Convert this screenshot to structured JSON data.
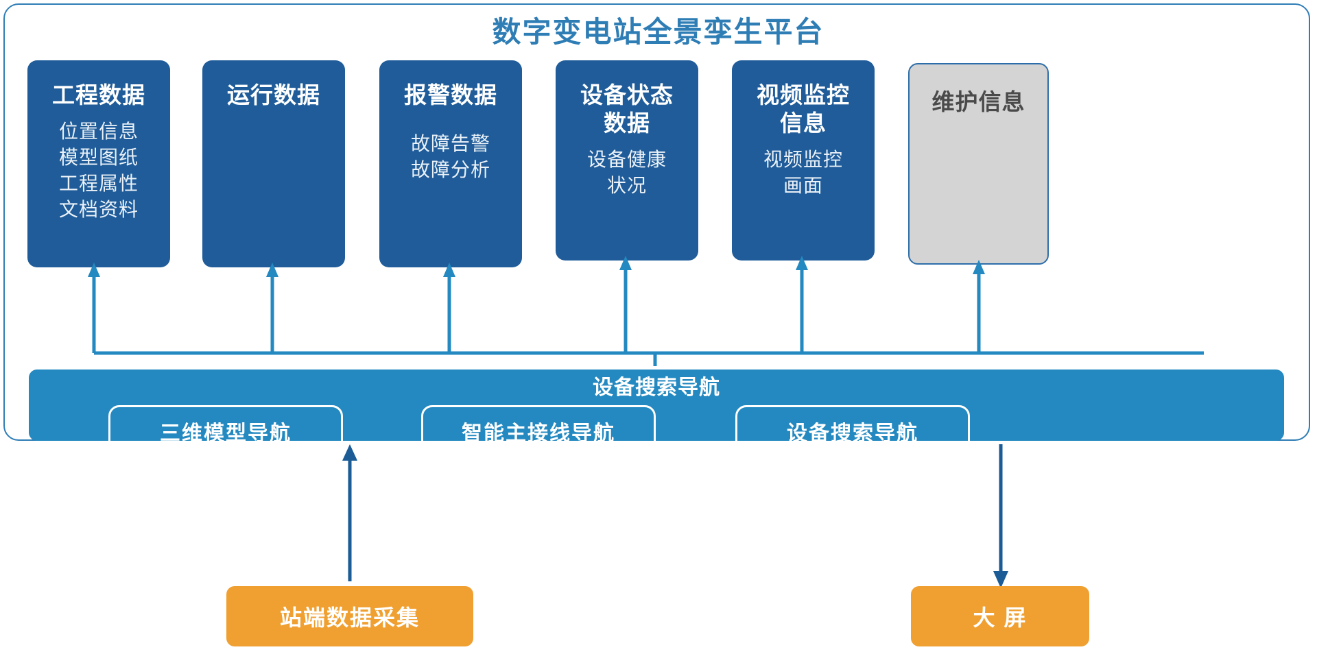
{
  "platform": {
    "title": "数字变电站全景孪生平台",
    "accent_color": "#2E7DB5",
    "card_color": "#1F5C99",
    "nav_color": "#2389C0",
    "orange_color": "#F0A030",
    "gray_color": "#D4D4D4"
  },
  "cards": [
    {
      "id": "engineering-data",
      "title": "工程数据",
      "lines": [
        "位置信息",
        "模型图纸",
        "工程属性",
        "文档资料"
      ],
      "style": "blue"
    },
    {
      "id": "operation-data",
      "title": "运行数据",
      "lines": [],
      "style": "blue"
    },
    {
      "id": "alarm-data",
      "title": "报警数据",
      "lines": [
        "故障告警",
        "故障分析"
      ],
      "style": "blue"
    },
    {
      "id": "device-status-data",
      "title": "设备状态\n数据",
      "title_line1": "设备状态",
      "title_line2": "数据",
      "lines": [
        "设备健康",
        "状况"
      ],
      "style": "blue"
    },
    {
      "id": "video-monitor-info",
      "title": "视频监控\n信息",
      "title_line1": "视频监控",
      "title_line2": "信息",
      "lines": [
        "视频监控",
        "画面"
      ],
      "style": "blue"
    },
    {
      "id": "maintenance-info",
      "title": "维护信息",
      "lines": [],
      "style": "gray"
    }
  ],
  "navigation": {
    "title": "设备搜索导航",
    "pills": [
      {
        "id": "nav-3d-model",
        "label": "三维模型导航"
      },
      {
        "id": "nav-smart-wiring",
        "label": "智能主接线导航"
      },
      {
        "id": "nav-device-search",
        "label": "设备搜索导航"
      }
    ]
  },
  "endpoints": [
    {
      "id": "station-data-collection",
      "label": "站端数据采集",
      "direction": "up"
    },
    {
      "id": "large-screen",
      "label": "大 屏",
      "direction": "down"
    }
  ]
}
